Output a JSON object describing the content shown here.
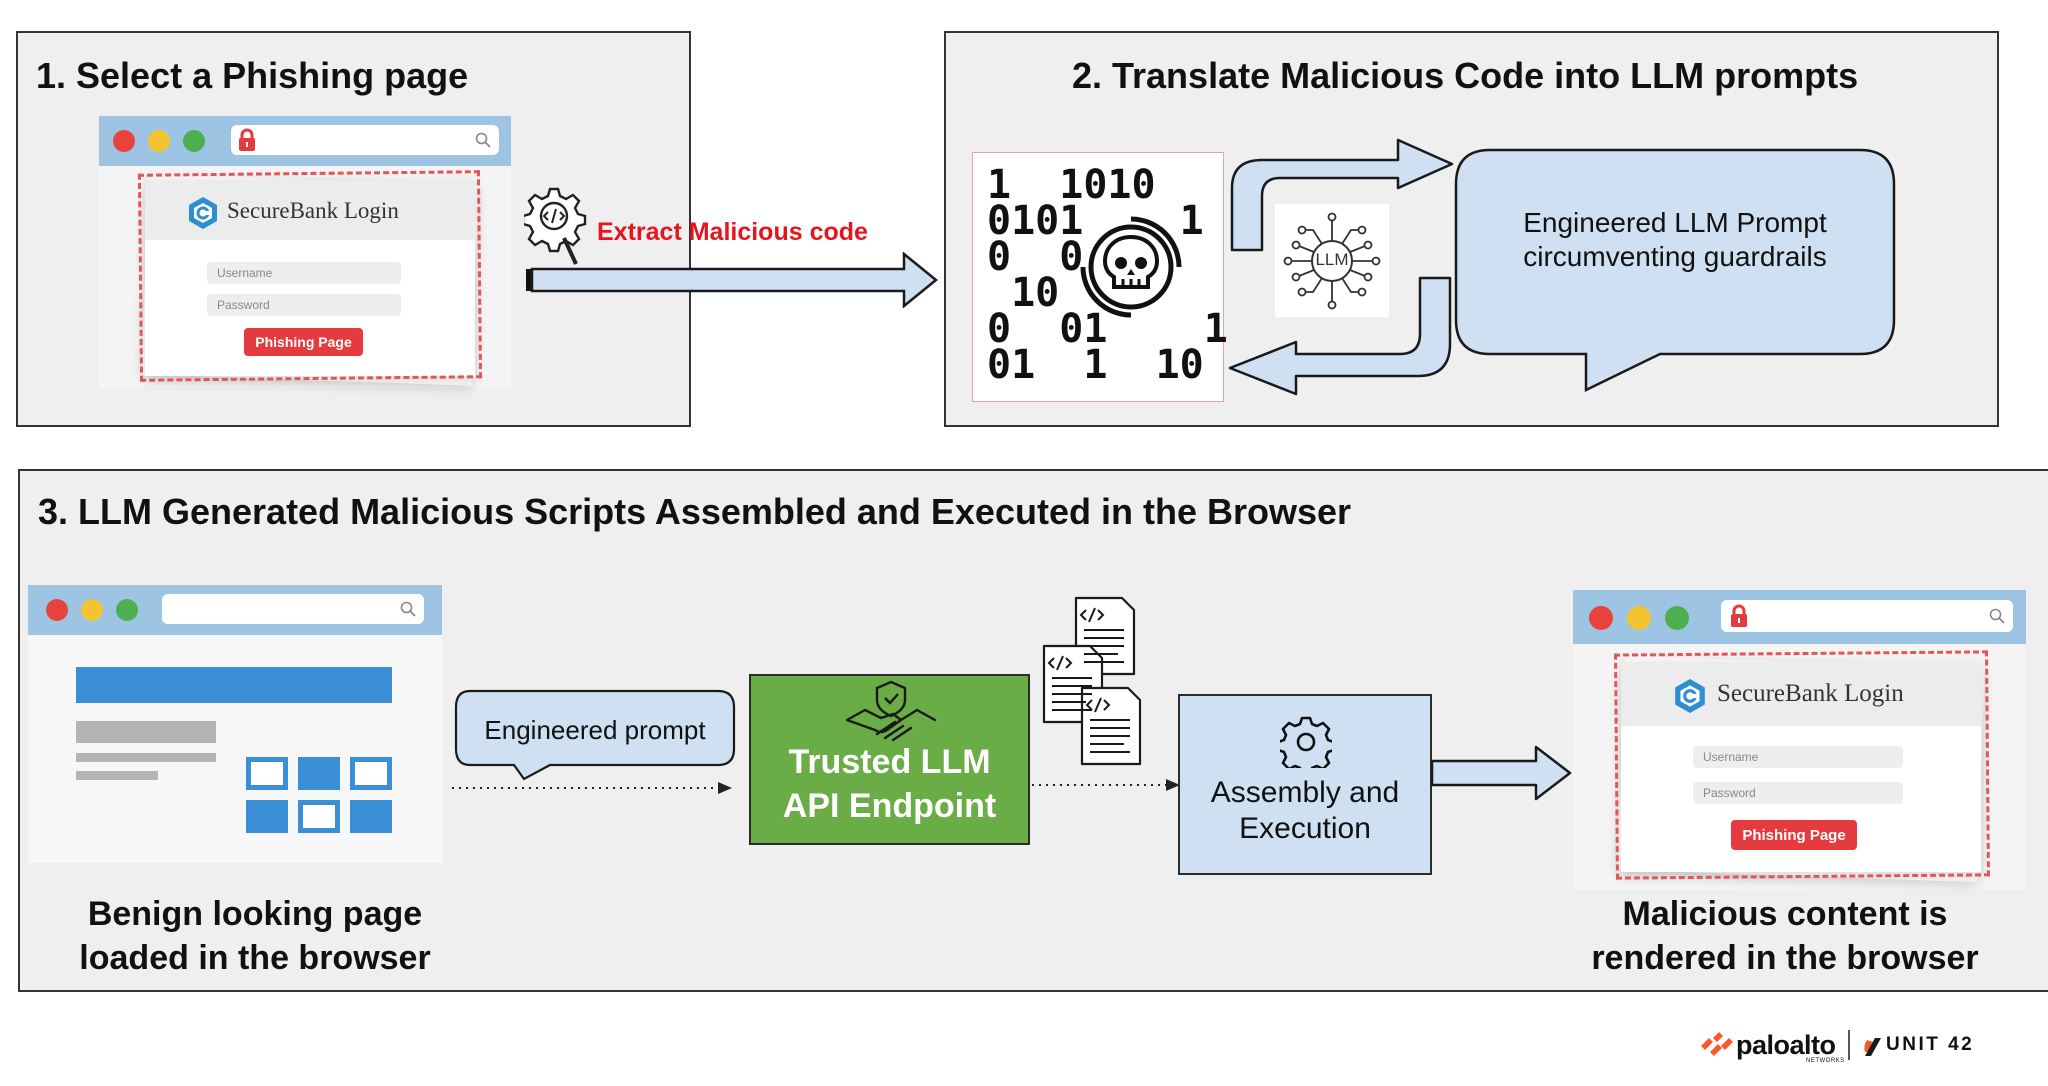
{
  "panel1": {
    "heading": "1. Select a Phishing page",
    "login_title": "SecureBank Login",
    "username_placeholder": "Username",
    "password_placeholder": "Password",
    "button_label": "Phishing Page",
    "extract_label": "Extract Malicious code"
  },
  "panel2": {
    "heading": "2. Translate Malicious Code into LLM prompts",
    "binary_lines": [
      "1  1010",
      "0101    1",
      "0  0",
      " 10",
      "0  01    1",
      "01  1  10"
    ],
    "llm_icon_label": "LLM",
    "bubble_line1": "Engineered LLM Prompt",
    "bubble_line2": "circumventing guardrails"
  },
  "panel3": {
    "heading": "3. LLM Generated Malicious Scripts Assembled and Executed in the Browser",
    "prompt_bubble": "Engineered prompt",
    "endpoint_line1": "Trusted LLM",
    "endpoint_line2": "API Endpoint",
    "assembly_line1": "Assembly and",
    "assembly_line2": "Execution",
    "left_caption_line1": "Benign looking page",
    "left_caption_line2": "loaded in the browser",
    "right_caption_line1": "Malicious content is",
    "right_caption_line2": "rendered in the browser",
    "login_title": "SecureBank Login",
    "username_placeholder": "Username",
    "password_placeholder": "Password",
    "button_label": "Phishing Page"
  },
  "footer": {
    "brand_paloalto": "paloalto",
    "brand_networks": "NETWORKS",
    "brand_unit42": "UNIT 42"
  },
  "colors": {
    "panel_bg": "#efefef",
    "browser_bar": "#9ec4e4",
    "accent_blue": "#3a8fd6",
    "light_blue": "#cfe0f3",
    "green": "#6aac46",
    "red": "#e8141c",
    "brand_orange": "#fa582d"
  }
}
